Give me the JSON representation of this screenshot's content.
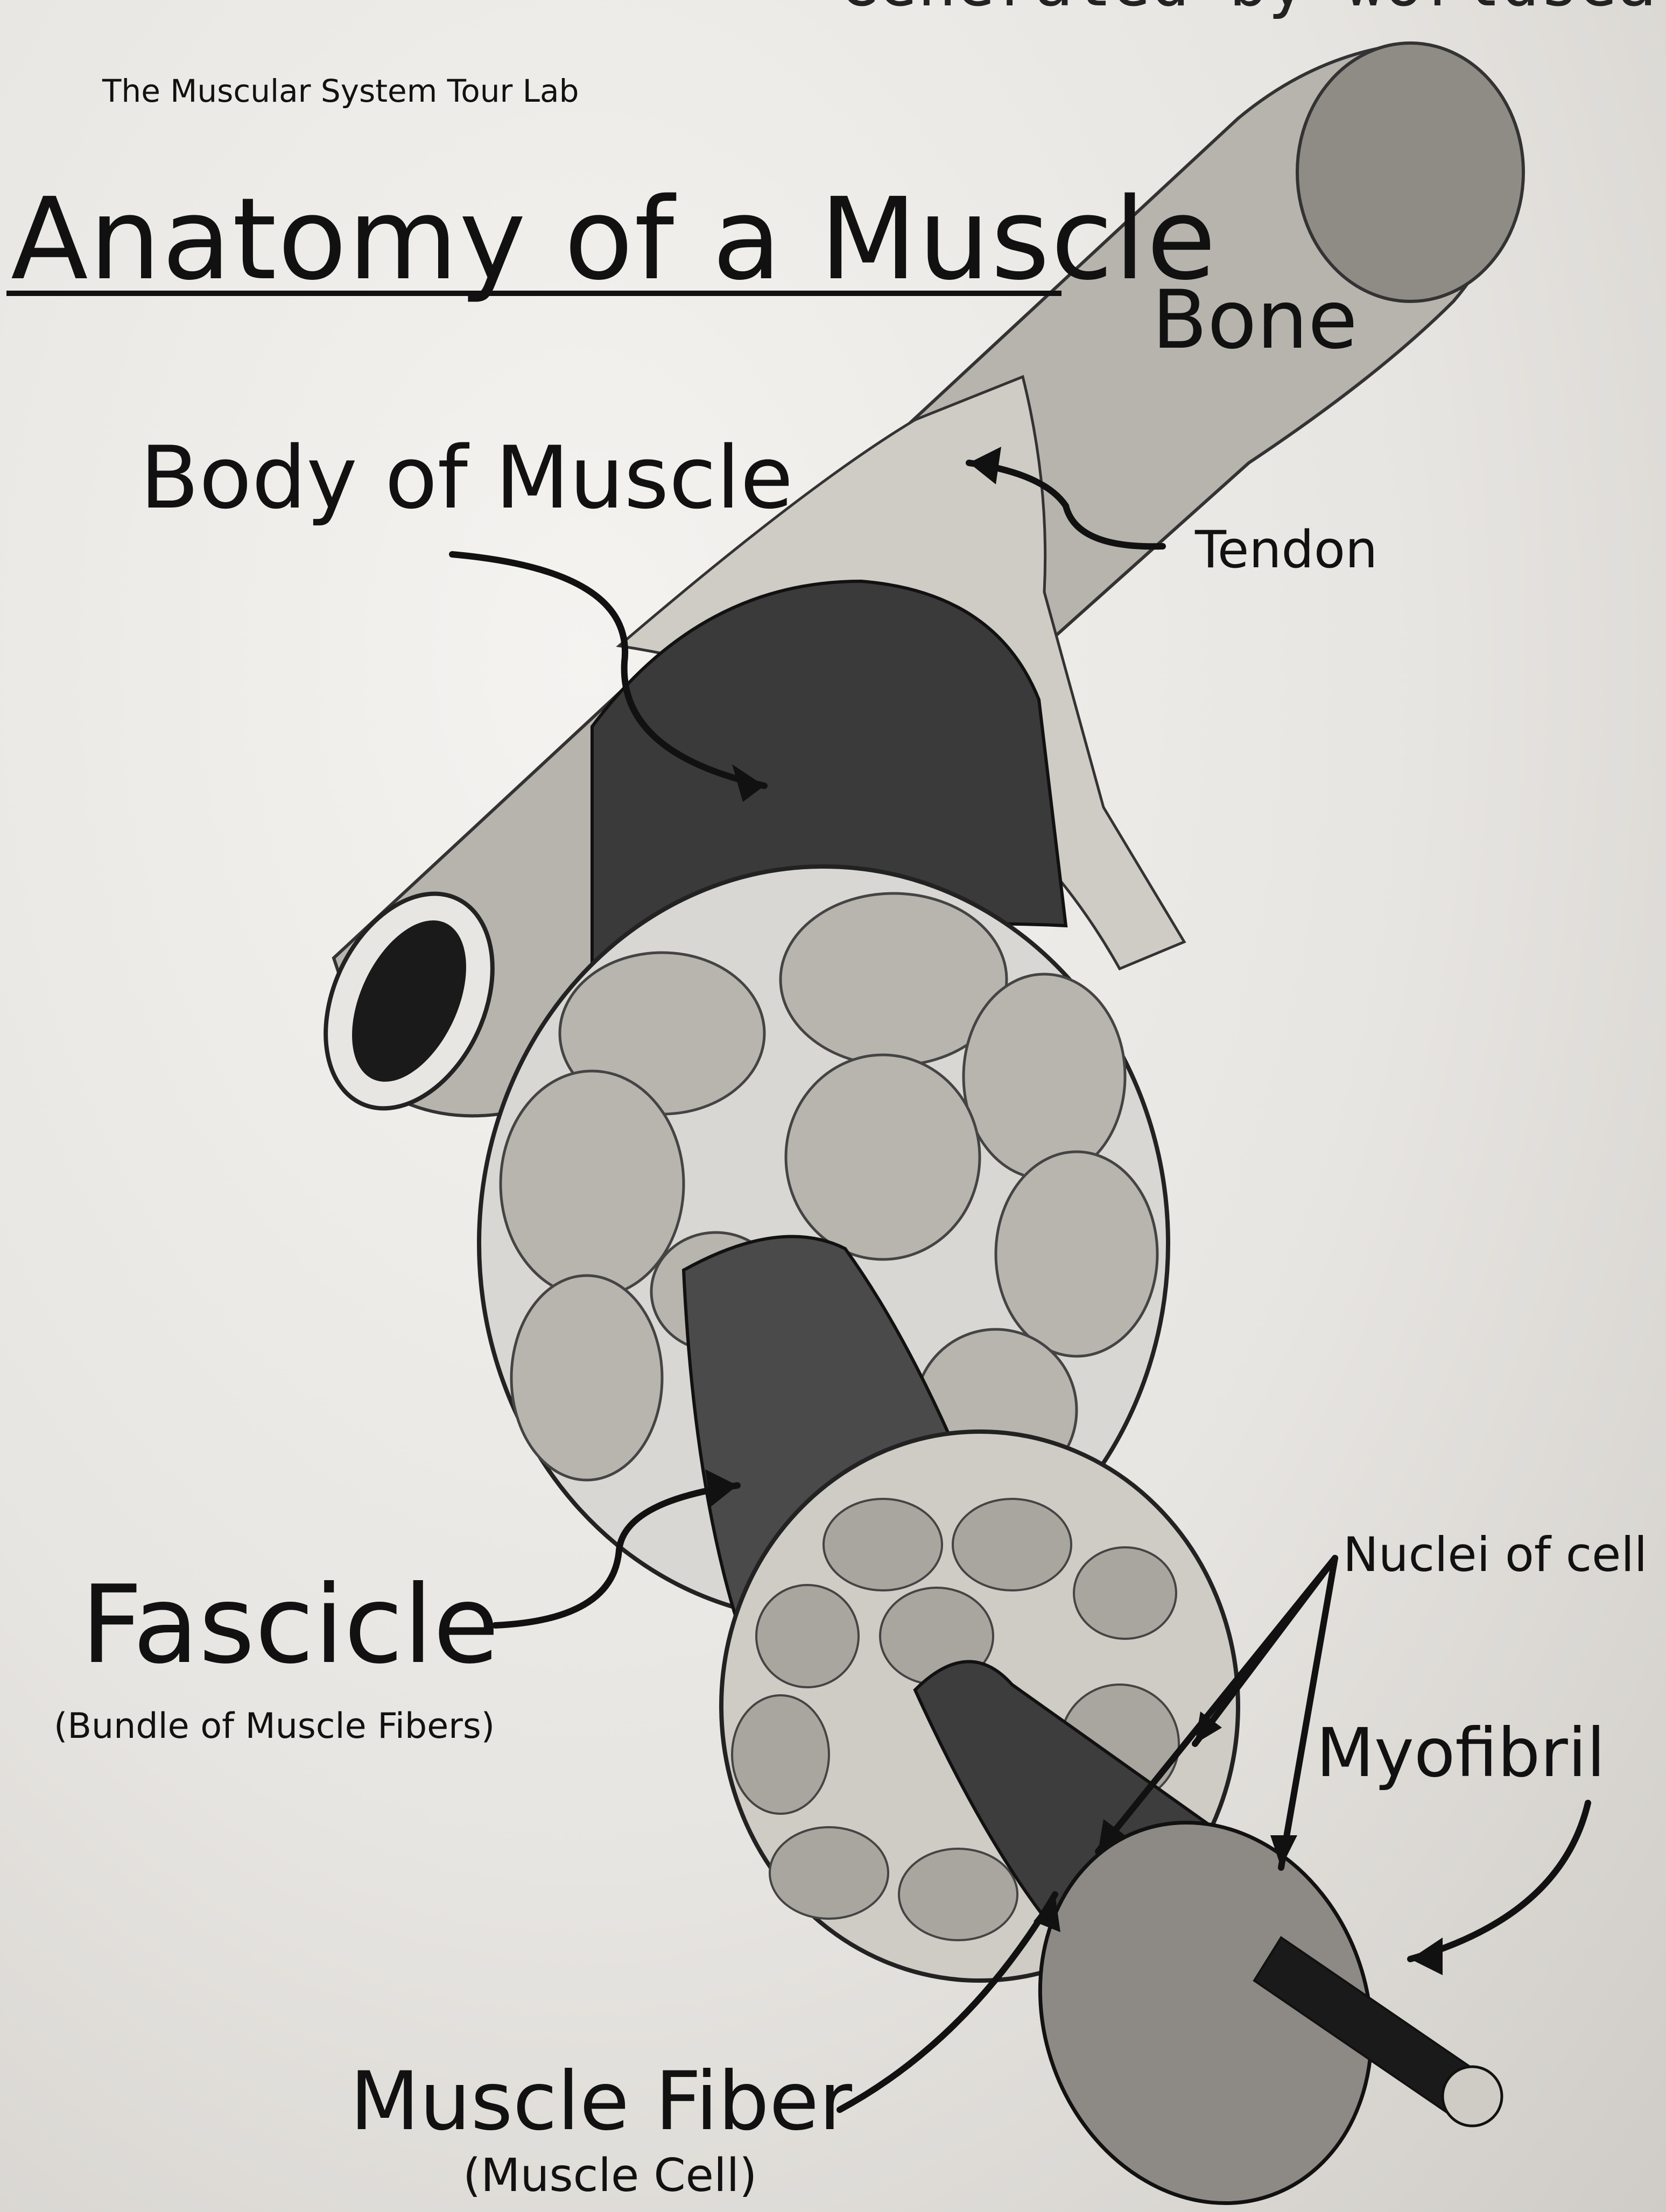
{
  "page": {
    "header": "The Muscular System Tour Lab",
    "title": "Anatomy of a Muscle",
    "top_cut_text": "Generated by worldsea"
  },
  "labels": {
    "bone": "Bone",
    "body_of_muscle": "Body of Muscle",
    "tendon": "Tendon",
    "fascicle": "Fascicle",
    "fascicle_note": "(Bundle of Muscle Fibers)",
    "nuclei": "Nuclei of cell",
    "myofibril": "Myofibril",
    "muscle_fiber": "Muscle Fiber",
    "muscle_fiber_note": "(Muscle Cell)"
  },
  "colors": {
    "ink": "#111111",
    "paper": "#e9e7e3",
    "muscle_dark": "#3a3a3a",
    "bone_gray": "#9a9894",
    "tissue_light": "#d9d7d3"
  }
}
